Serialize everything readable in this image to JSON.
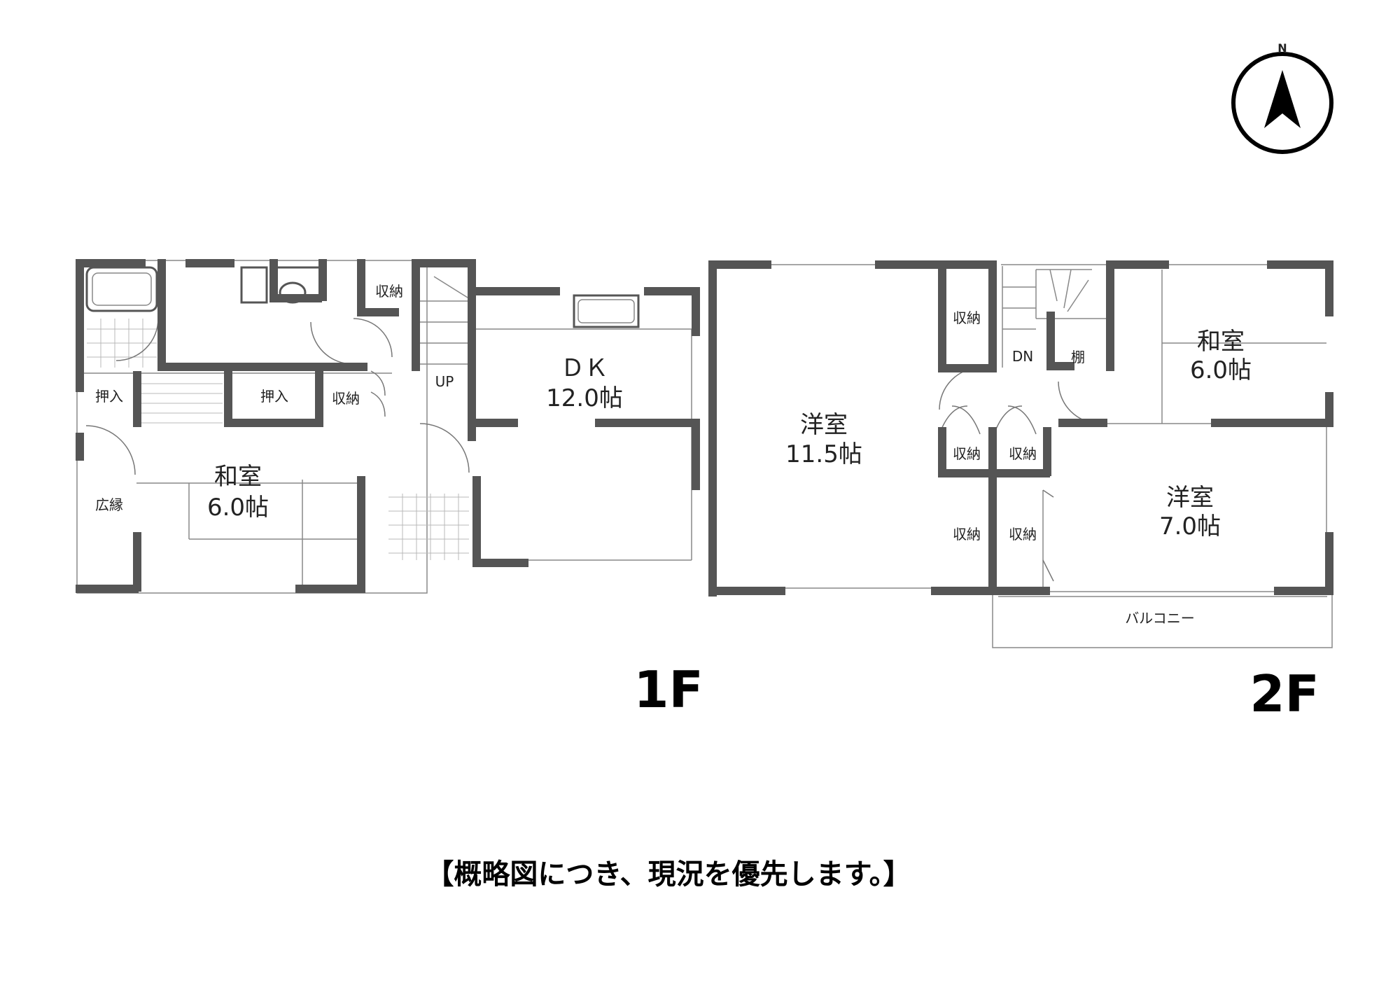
{
  "compass": {
    "north_label": "N",
    "icon": "north-arrow-icon"
  },
  "floor1": {
    "title": "1F",
    "rooms": {
      "kanou_top": "収納",
      "oshiire_left": "押入",
      "oshiire_mid": "押入",
      "kanou_mid": "収納",
      "up": "UP",
      "dk_name": "ＤＫ",
      "dk_size": "12.0帖",
      "washitsu_name": "和室",
      "washitsu_size": "6.0帖",
      "hiroen": "広縁"
    }
  },
  "floor2": {
    "title": "2F",
    "rooms": {
      "kanou_a": "収納",
      "dn": "DN",
      "tana": "棚",
      "washitsu_name": "和室",
      "washitsu_size": "6.0帖",
      "youshitsu_big_name": "洋室",
      "youshitsu_big_size": "11.5帖",
      "kanou_b": "収納",
      "kanou_c": "収納",
      "kanou_d": "収納",
      "kanou_e": "収納",
      "youshitsu_small_name": "洋室",
      "youshitsu_small_size": "7.0帖",
      "balcony": "バルコニー"
    }
  },
  "notice": "【概略図につき、現況を優先します。】"
}
